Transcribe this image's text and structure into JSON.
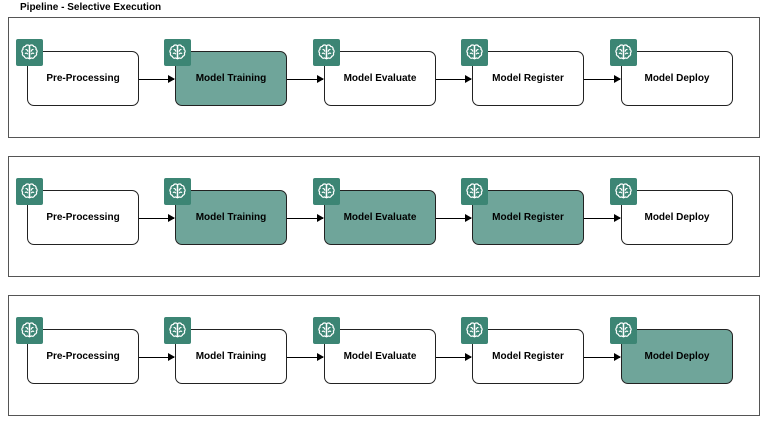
{
  "title": "Pipeline - Selective Execution",
  "colors": {
    "active_fill": "#6fa59a",
    "icon_fill": "#3c8574",
    "inactive_fill": "#ffffff"
  },
  "step_icon": "brain-icon",
  "pipelines": [
    {
      "steps": [
        {
          "label": "Pre-Processing",
          "selected": false
        },
        {
          "label": "Model Training",
          "selected": true
        },
        {
          "label": "Model Evaluate",
          "selected": false
        },
        {
          "label": "Model Register",
          "selected": false
        },
        {
          "label": "Model Deploy",
          "selected": false
        }
      ]
    },
    {
      "steps": [
        {
          "label": "Pre-Processing",
          "selected": false
        },
        {
          "label": "Model Training",
          "selected": true
        },
        {
          "label": "Model Evaluate",
          "selected": true
        },
        {
          "label": "Model Register",
          "selected": true
        },
        {
          "label": "Model Deploy",
          "selected": false
        }
      ]
    },
    {
      "steps": [
        {
          "label": "Pre-Processing",
          "selected": false
        },
        {
          "label": "Model Training",
          "selected": false
        },
        {
          "label": "Model Evaluate",
          "selected": false
        },
        {
          "label": "Model Register",
          "selected": false
        },
        {
          "label": "Model Deploy",
          "selected": true
        }
      ]
    }
  ]
}
